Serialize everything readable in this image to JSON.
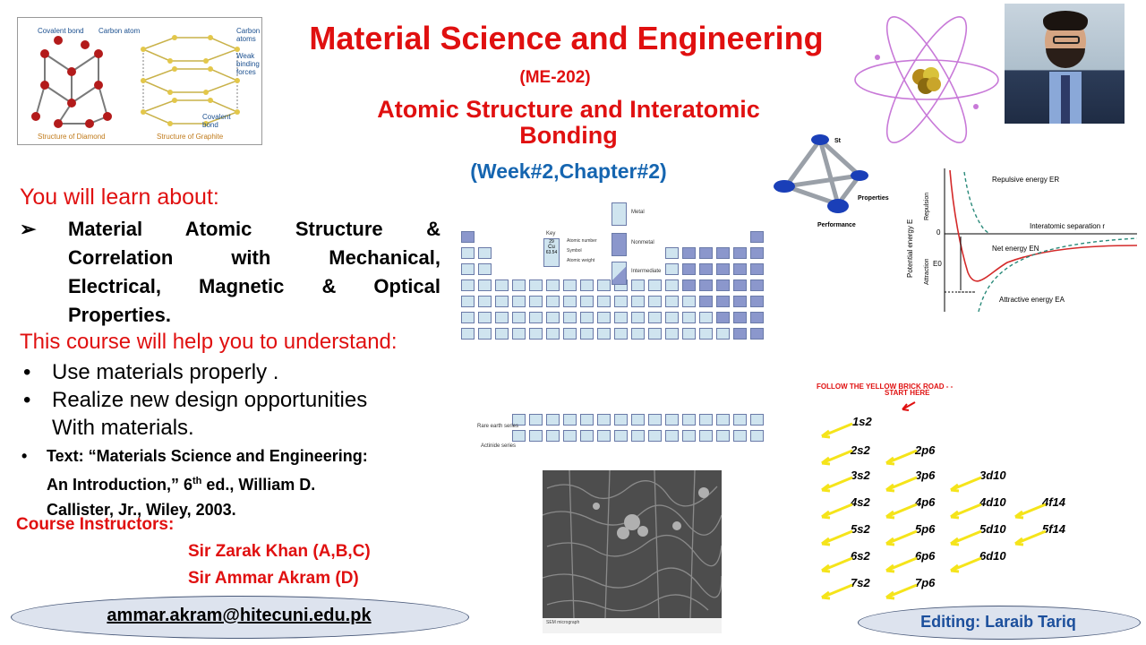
{
  "header": {
    "title": "Material Science and Engineering",
    "course_code": "(ME-202)",
    "subtitle": "Atomic Structure and Interatomic Bonding",
    "week": "(Week#2,Chapter#2)"
  },
  "learn": {
    "heading": "You will learn about:",
    "bullet_marker": "➢",
    "lines": [
      "Material Atomic Structure &",
      "Correlation with Mechanical,",
      "Electrical, Magnetic & Optical",
      "Properties."
    ]
  },
  "understand": {
    "heading": "This course will help you to understand:",
    "items": [
      "Use materials properly .",
      "Realize new design opportunities",
      "With materials."
    ]
  },
  "textbook": {
    "line1": "Text: “Materials Science and Engineering:",
    "line2_a": "An Introduction,” 6",
    "line2_sup": "th",
    "line2_b": " ed., William D.",
    "line3": "Callister, Jr., Wiley, 2003."
  },
  "instructors": {
    "heading": "Course Instructors:",
    "names": [
      "Sir Zarak Khan (A,B,C)",
      "Sir Ammar Akram (D)"
    ]
  },
  "contact": {
    "email": "ammar.akram@hitecuni.edu.pk"
  },
  "credit": {
    "editing": "Editing: Laraib Tariq"
  },
  "diamond_figure": {
    "labels": [
      "Covalent bond",
      "Carbon atom",
      "Carbon atoms",
      "Weak binding forces",
      "Covalent bond",
      "Structure of Diamond",
      "Structure of Graphite"
    ]
  },
  "tetrahedron_figure": {
    "labels": [
      "St",
      "Properties",
      "Performance"
    ]
  },
  "periodic_table": {
    "legend": [
      "Metal",
      "Nonmetal",
      "Intermediate"
    ],
    "key_labels": [
      "Key",
      "Atomic number",
      "Symbol",
      "Atomic weight"
    ],
    "key_values": [
      "29",
      "Cu",
      "63.54"
    ],
    "series_labels": [
      "Rare earth series",
      "Actinide series"
    ]
  },
  "energy_plot": {
    "ylabel": "Potential energy E",
    "repulsion": "Repulsion",
    "attraction": "Attraction",
    "zero": "0",
    "e0": "E0",
    "labels": [
      "Repulsive energy ER",
      "Interatomic separation r",
      "Net energy EN",
      "Attractive energy EA"
    ]
  },
  "orbitals": {
    "header1": "FOLLOW THE YELLOW BRICK ROAD - -",
    "header2": "START HERE",
    "labels": [
      "1s2",
      "2s2",
      "2p6",
      "3s2",
      "3p6",
      "3d10",
      "4s2",
      "4p6",
      "4d10",
      "4f14",
      "5s2",
      "5p6",
      "5d10",
      "5f14",
      "6s2",
      "6p6",
      "6d10",
      "7s2",
      "7p6"
    ]
  },
  "micrograph": {
    "caption": "SEM micrograph"
  },
  "colors": {
    "title_red": "#e01010",
    "week_blue": "#1565b0",
    "edit_blue": "#1c4f9c",
    "oval_fill": "#dde3ee",
    "arrow_yellow": "#f5e41a"
  }
}
